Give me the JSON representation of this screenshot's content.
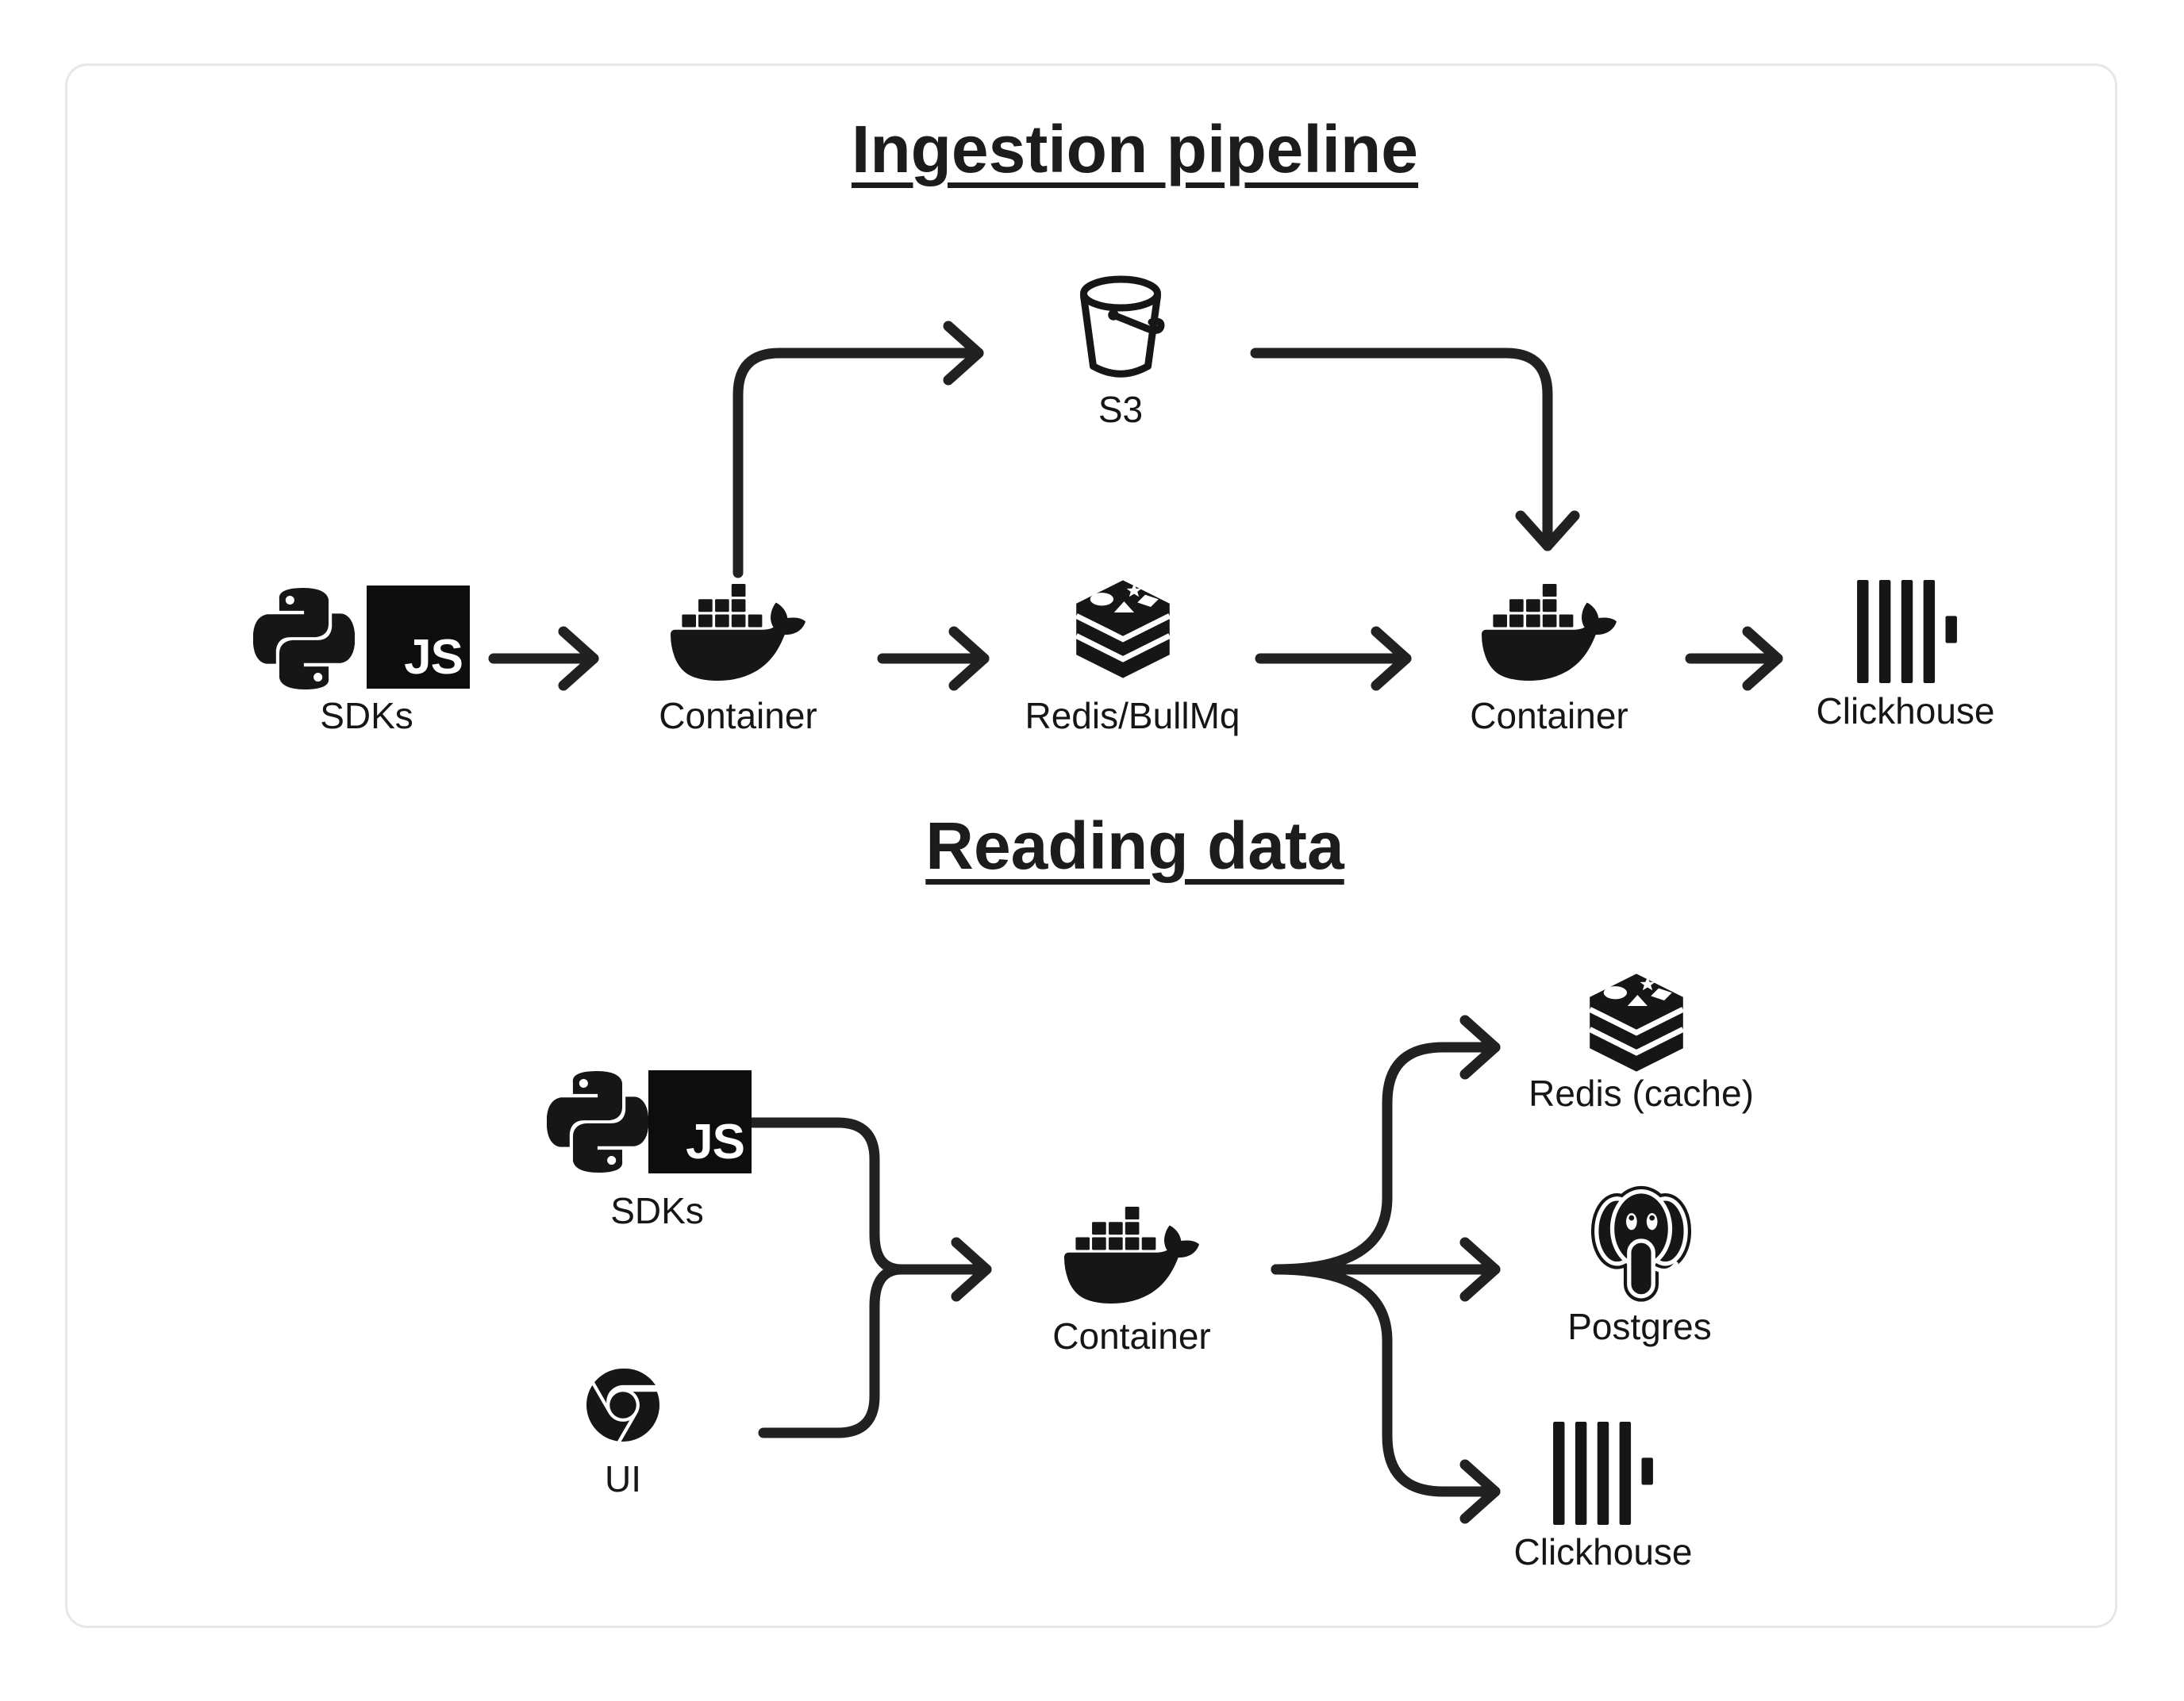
{
  "colors": {
    "background": "#ffffff",
    "card_border": "#e7e7e7",
    "ink": "#212121",
    "text": "#161616"
  },
  "icons": {
    "js_badge": "JS"
  },
  "ingestion": {
    "title": "Ingestion pipeline",
    "nodes": {
      "sdks": {
        "label": "SDKs",
        "icons": [
          "python-icon",
          "javascript-icon"
        ]
      },
      "s3": {
        "label": "S3",
        "icon": "s3-bucket-icon"
      },
      "container_ingest": {
        "label": "Container",
        "icon": "docker-icon"
      },
      "queue": {
        "label": "Redis/BullMq",
        "icon": "redis-icon"
      },
      "container_worker": {
        "label": "Container",
        "icon": "docker-icon"
      },
      "clickhouse": {
        "label": "Clickhouse",
        "icon": "clickhouse-icon"
      }
    },
    "edges": [
      "SDKs -> Container",
      "Container -> S3",
      "Container -> Redis/BullMq",
      "S3 -> Container",
      "Redis/BullMq -> Container",
      "Container -> Clickhouse"
    ]
  },
  "reading": {
    "title": "Reading data",
    "nodes": {
      "sdks": {
        "label": "SDKs",
        "icons": [
          "python-icon",
          "javascript-icon"
        ]
      },
      "ui": {
        "label": "UI",
        "icon": "chrome-icon"
      },
      "container": {
        "label": "Container",
        "icon": "docker-icon"
      },
      "redis_cache": {
        "label": "Redis (cache)",
        "icon": "redis-icon"
      },
      "postgres": {
        "label": "Postgres",
        "icon": "postgres-icon"
      },
      "clickhouse": {
        "label": "Clickhouse",
        "icon": "clickhouse-icon"
      }
    },
    "edges": [
      "SDKs -> Container",
      "UI -> Container",
      "Container -> Redis (cache)",
      "Container -> Postgres",
      "Container -> Clickhouse"
    ]
  }
}
